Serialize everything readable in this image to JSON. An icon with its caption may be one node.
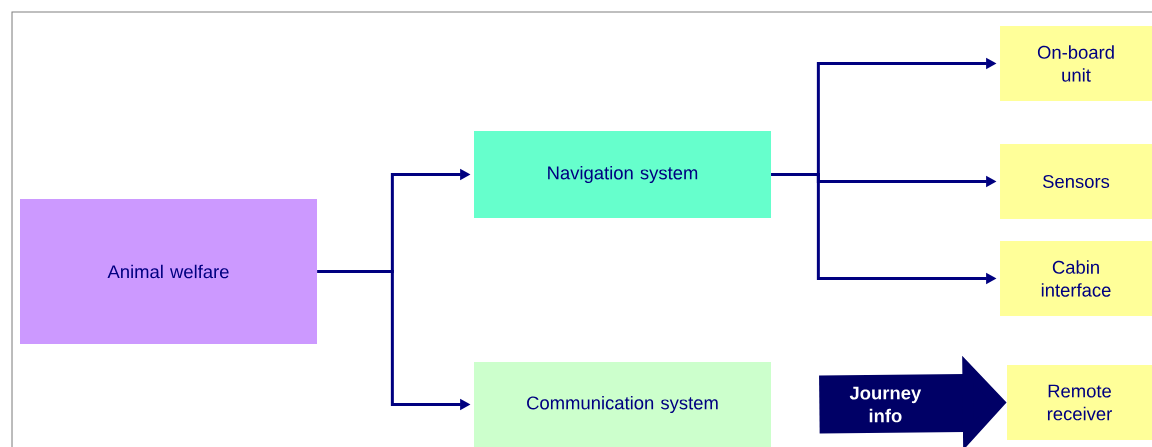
{
  "diagram": {
    "nodes": [
      {
        "text": [
          "Animal welfare"
        ]
      },
      {
        "text": [
          "Navigation system"
        ]
      },
      {
        "text": [
          "Communication system"
        ]
      },
      {
        "text": [
          "On-board unit"
        ]
      },
      {
        "text": [
          "Sensors"
        ]
      },
      {
        "text": [
          "Cabin interface"
        ]
      },
      {
        "text": [
          "Remote receiver"
        ]
      }
    ],
    "edges": [
      {
        "from": 0,
        "to": 1,
        "arrow": "to"
      },
      {
        "from": 0,
        "to": 2,
        "arrow": "to"
      },
      {
        "from": 1,
        "to": 3,
        "arrow": "to"
      },
      {
        "from": 1,
        "to": 4,
        "arrow": "to"
      },
      {
        "from": 1,
        "to": 5,
        "arrow": "to"
      },
      {
        "from": 2,
        "to": 6,
        "arrow": "to",
        "label": "Journey info",
        "style": "thick"
      }
    ]
  }
}
